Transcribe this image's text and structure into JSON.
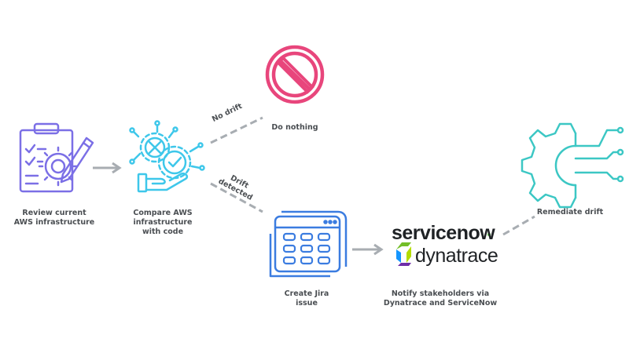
{
  "nodes": {
    "review": {
      "label": "Review current\nAWS infrastructure",
      "icon": "clipboard-gear-icon",
      "color": "#7b6fe6"
    },
    "compare": {
      "label": "Compare AWS\ninfrastructure\nwith code",
      "icon": "hand-gears-check-icon",
      "color": "#3ec7ea"
    },
    "nothing": {
      "label": "Do nothing",
      "icon": "prohibited-icon",
      "color": "#e8467c"
    },
    "jira": {
      "label": "Create Jira\nissue",
      "icon": "calendar-grid-icon",
      "color": "#3b7ce0"
    },
    "notify": {
      "label": "Notify stakeholders via\nDynatrace and ServiceNow",
      "logos": {
        "servicenow": "servicenow",
        "dynatrace": "dynatrace"
      }
    },
    "remediate": {
      "label": "Remediate drift",
      "icon": "gear-circuit-icon",
      "color": "#3cc7c4"
    }
  },
  "edges": {
    "no_drift": "No drift",
    "drift_detected": "Drift\ndetected"
  },
  "colors": {
    "connector": "#a8adb2",
    "text": "#4a4e52"
  }
}
